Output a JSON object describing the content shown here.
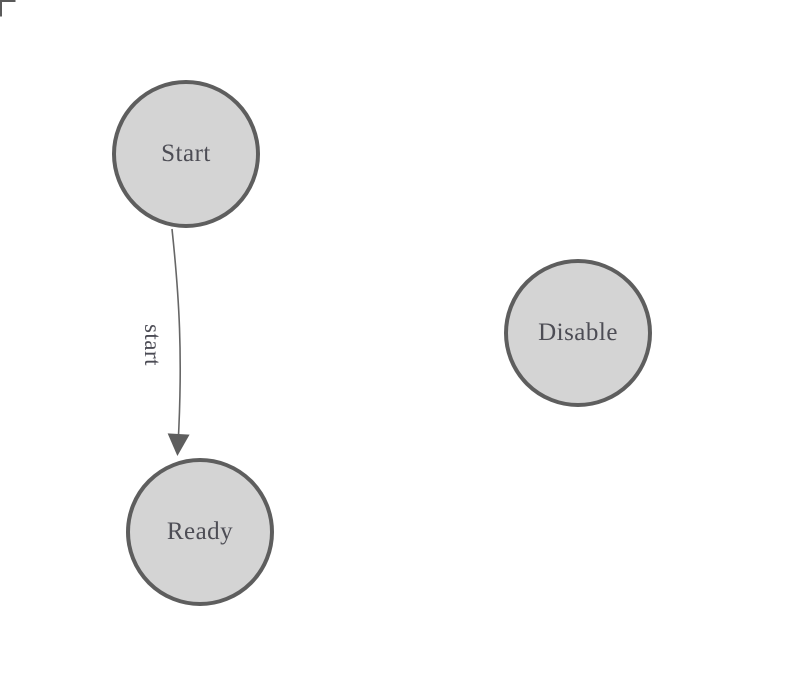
{
  "diagram": {
    "type": "state-machine",
    "nodes": [
      {
        "id": "start",
        "label": "Start"
      },
      {
        "id": "ready",
        "label": "Ready"
      },
      {
        "id": "disable",
        "label": "Disable"
      }
    ],
    "edges": [
      {
        "from": "start",
        "to": "ready",
        "label": "start"
      }
    ],
    "colors": {
      "background": "#ffffff",
      "node_fill": "#d4d4d4",
      "node_stroke": "#5e5e5e",
      "node_label_text": "#4d4d55",
      "edge_stroke": "#666666",
      "edge_arrowhead_fill": "#5e5e5e",
      "edge_label_text": "#4b4b54",
      "corner_mark": "#5a5a5a"
    }
  }
}
